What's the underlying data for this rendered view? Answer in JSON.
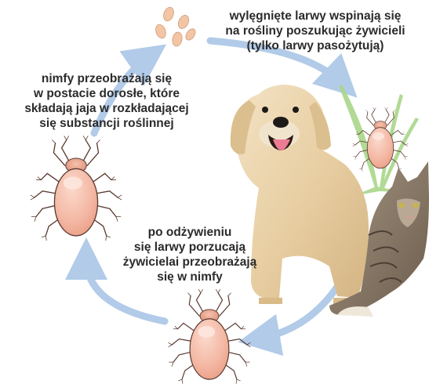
{
  "labels": {
    "larvae_climb": [
      "wylęgnięte larwy wspinają się",
      "na rośliny poszukując żywicieli",
      "(tylko larwy pasożytują)"
    ],
    "nymphs_to_adults": [
      "nimfy przeobrażają się",
      "w postacie dorosłe, które",
      "składają jaja w rozkładającej",
      "się substancji roślinnej"
    ],
    "larvae_leave_host": [
      "po odżywieniu",
      "się larwy porzucają",
      "żywicielai przeobrażają",
      "się w nimfy"
    ]
  },
  "colors": {
    "arrow": "#a9c6e6",
    "mite_body": "#f4b8a4",
    "mite_outline": "#5a3a30",
    "egg": "#f2c6a5",
    "grass": "#a9d68a",
    "text": "#2b2b2b"
  }
}
